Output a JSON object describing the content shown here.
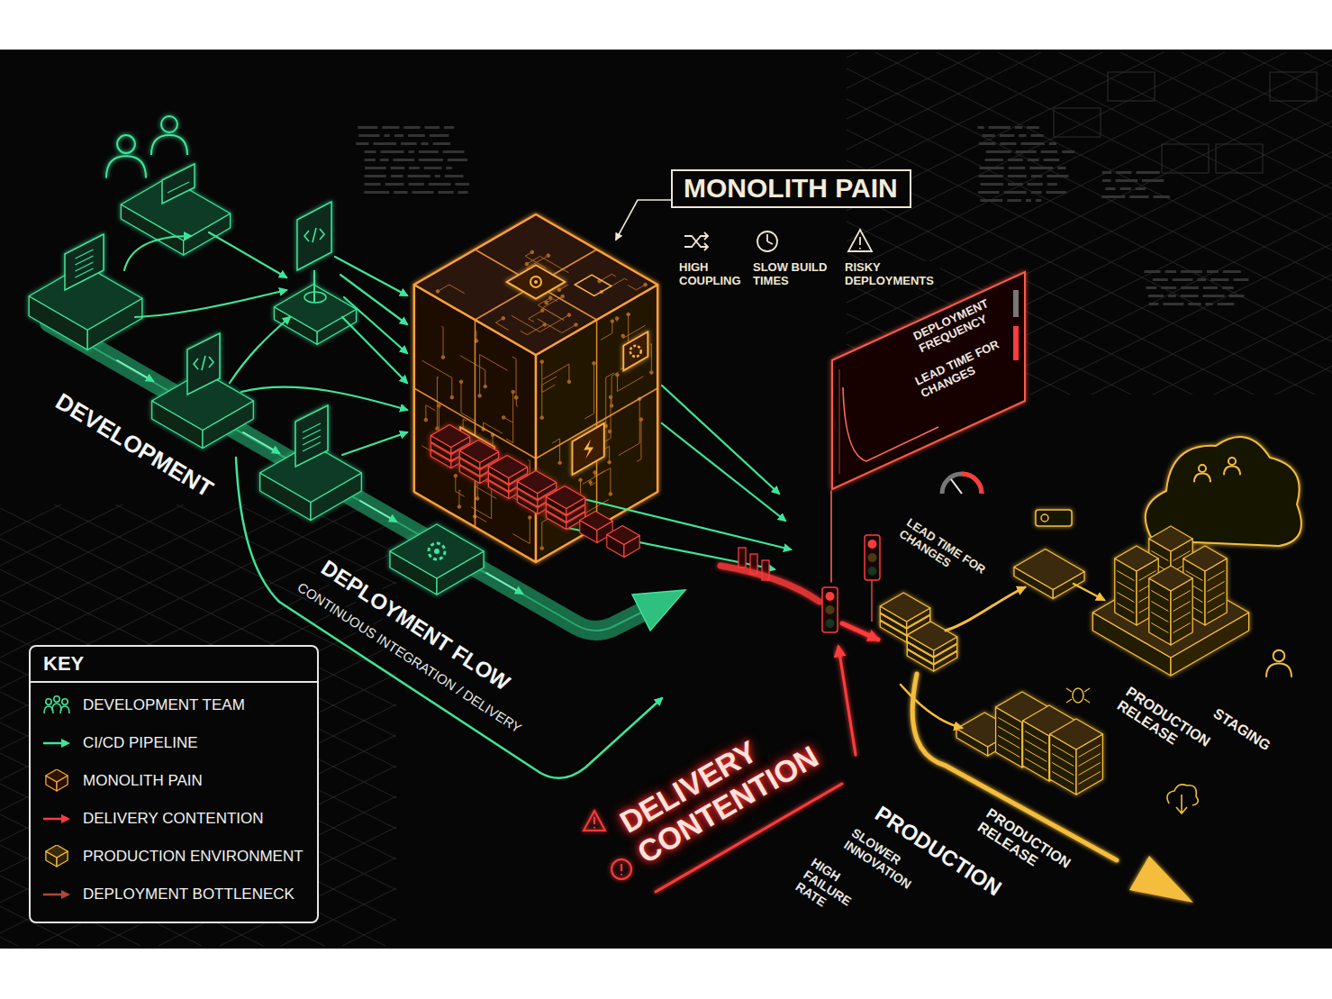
{
  "diagram": {
    "nodes": [
      {
        "text": [
          "MONOLITH PAIN"
        ]
      },
      {
        "text": [
          "DEPLOYMENT FREQUENCY",
          "LEAD TIME FOR CHANGES"
        ]
      },
      {
        "text": [
          "KEY"
        ]
      }
    ],
    "labels": [
      "HIGH COUPLING",
      "SLOW BUILD TIMES",
      "RISKY DEPLOYMENTS",
      "DEVELOPMENT",
      "DEPLOYMENT FLOW",
      "CONTINUOUS INTEGRATION / DELIVERY",
      "LEAD TIME FOR CHANGES",
      "DELIVERY CONTENTION",
      "PRODUCTION RELEASE",
      "STAGING",
      "PRODUCTION RELEASE",
      "PRODUCTION",
      "SLOWER INNOVATION",
      "HIGH FAILURE RATE"
    ],
    "legend": [
      {
        "text": "DEVELOPMENT TEAM"
      },
      {
        "text": "CI/CD PIPELINE"
      },
      {
        "text": "MONOLITH PAIN"
      },
      {
        "text": "DELIVERY CONTENTION"
      },
      {
        "text": "PRODUCTION ENVIRONMENT"
      },
      {
        "text": "DEPLOYMENT BOTTLENECK"
      }
    ]
  }
}
